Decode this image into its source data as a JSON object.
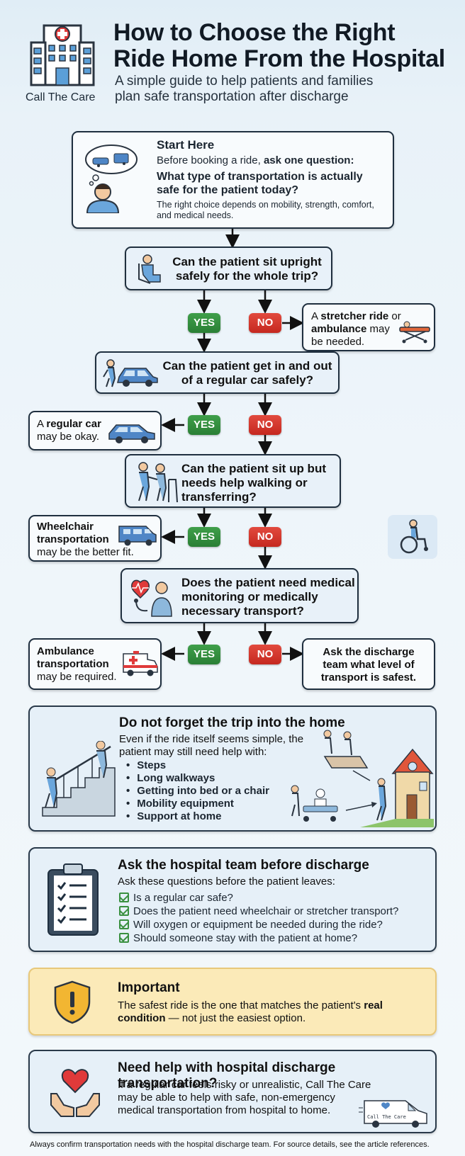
{
  "header": {
    "brand": "Call The Care",
    "title_line1": "How to Choose the Right",
    "title_line2": "Ride Home From the Hospital",
    "subtitle_line1": "A simple guide to help patients and families",
    "subtitle_line2": "plan safe transportation after discharge"
  },
  "start": {
    "title": "Start Here",
    "intro_pre": "Before booking a ride, ",
    "intro_bold": "ask one question:",
    "question_line1": "What type of transportation is actually",
    "question_line2": "safe for the patient today?",
    "note_line1": "The right choice depends on mobility, strength, comfort,",
    "note_line2": "and medical needs."
  },
  "yes_label": "YES",
  "no_label": "NO",
  "q1": {
    "line1": "Can the patient sit upright",
    "line2": "safely for the whole trip?",
    "no_outcome": {
      "pre": "A ",
      "bold1": "stretcher ride",
      "mid": " or",
      "bold2": "ambulance",
      "post1": " may",
      "post2": "be needed."
    }
  },
  "q2": {
    "line1": "Can the patient get in and out",
    "line2": "of a regular car safely?",
    "yes_outcome": {
      "pre": "A ",
      "bold": "regular car",
      "line2": "may be okay."
    }
  },
  "q3": {
    "line1": "Can the patient sit up but",
    "line2": "needs help walking or",
    "line3": "transferring?",
    "yes_outcome": {
      "bold1": "Wheelchair",
      "bold2": "transportation",
      "line3": "may be the better fit."
    }
  },
  "q4": {
    "line1": "Does the patient need medical",
    "line2": "monitoring or medically",
    "line3": "necessary transport?",
    "yes_outcome": {
      "bold1": "Ambulance",
      "bold2": "transportation",
      "line3": "may be required."
    },
    "no_outcome": {
      "line1": "Ask the discharge",
      "line2": "team what level of",
      "line3": "transport is safest."
    }
  },
  "home_trip": {
    "title": "Do not forget the trip into the home",
    "text_line1": "Even if the ride itself seems simple, the",
    "text_line2": "patient may still need help with:",
    "items": [
      "Steps",
      "Long walkways",
      "Getting into bed or a chair",
      "Mobility equipment",
      "Support at home"
    ]
  },
  "ask_team": {
    "title": "Ask the hospital team before discharge",
    "intro": "Ask these questions before the patient leaves:",
    "items": [
      "Is a regular car safe?",
      "Does the patient need wheelchair or stretcher transport?",
      "Will oxygen or equipment be needed during the ride?",
      "Should someone stay with the patient at home?"
    ]
  },
  "important": {
    "title": "Important",
    "text_pre": "The safest ride is the one that matches the patient's ",
    "text_bold1": "real",
    "text_bold2": "condition",
    "text_post": " — not just the easiest option."
  },
  "help": {
    "title": "Need help with hospital discharge transportation?",
    "line1": "If a regular car feels risky or unrealistic, Call The Care",
    "line2": "may be able to help with safe, non-emergency",
    "line3": "medical transportation from hospital to home.",
    "van_label": "Call The Care"
  },
  "footer": "Always confirm transportation needs with the hospital discharge team. For source details, see the article references.",
  "colors": {
    "yes": "#2e8a3a",
    "no": "#d0342a",
    "important_bg": "#fbeab8",
    "panel_bg": "#e6f0f8"
  }
}
